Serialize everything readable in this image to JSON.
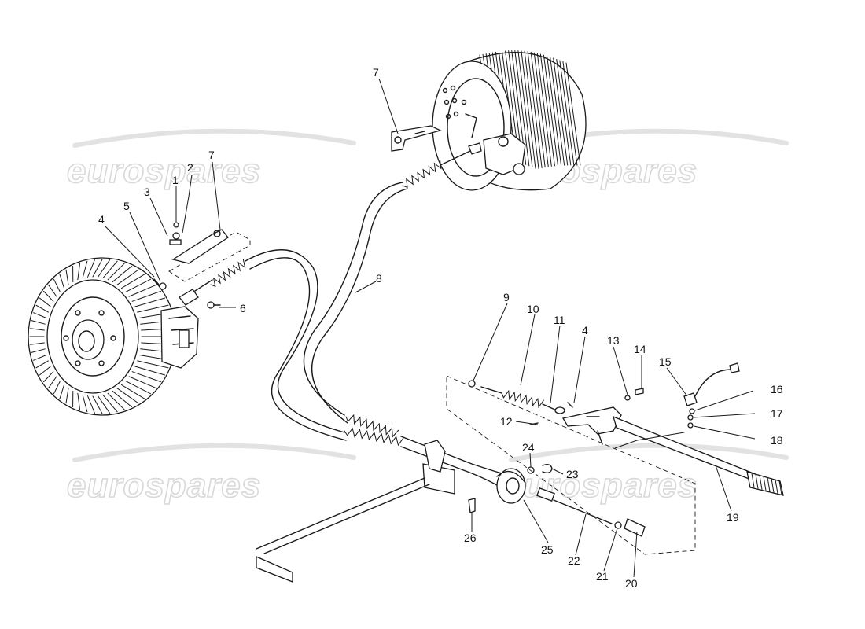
{
  "watermark": {
    "text": "eurospares"
  },
  "callouts": {
    "c1": "1",
    "c2": "2",
    "c3": "3",
    "c4": "4",
    "c5": "5",
    "c6": "6",
    "c7a": "7",
    "c7b": "7",
    "c8": "8",
    "c9": "9",
    "c10": "10",
    "c11": "11",
    "c4b": "4",
    "c12": "12",
    "c13": "13",
    "c14": "14",
    "c15": "15",
    "c16": "16",
    "c17": "17",
    "c18": "18",
    "c19": "19",
    "c20": "20",
    "c21": "21",
    "c22": "22",
    "c23": "23",
    "c24": "24",
    "c25": "25",
    "c26": "26"
  }
}
